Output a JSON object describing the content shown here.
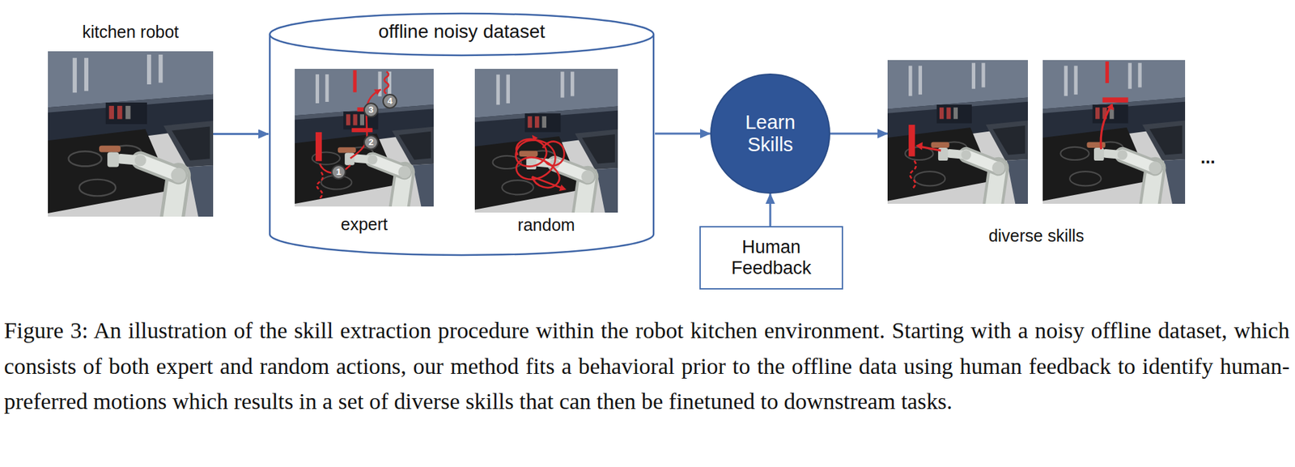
{
  "diagram": {
    "caption": "Figure 3: An illustration of the skill extraction procedure within the robot kitchen environment. Starting with a noisy offline dataset, which consists of both expert and random actions, our method fits a behavioral prior to the offline data using human feedback to identify human-preferred motions which results in a set of diverse skills that can then be finetuned to downstream tasks.",
    "nodes": [
      {
        "text": [
          "kitchen robot"
        ]
      },
      {
        "text": [
          "offline noisy dataset"
        ]
      },
      {
        "text": [
          "expert"
        ],
        "in": 1
      },
      {
        "text": [
          "random"
        ],
        "in": 1
      },
      {
        "text": [
          "Learn Skills"
        ]
      },
      {
        "text": [
          "Human Feedback"
        ]
      },
      {
        "text": [
          "diverse skills"
        ]
      }
    ],
    "edges": [
      {
        "from": 0,
        "to": 1,
        "arrow": "to"
      },
      {
        "from": 1,
        "to": 4,
        "arrow": "to"
      },
      {
        "from": 5,
        "to": 4,
        "arrow": "to"
      },
      {
        "from": 4,
        "to": 6,
        "arrow": "to"
      }
    ],
    "labels": [
      "1",
      "2",
      "3",
      "4",
      "..."
    ]
  }
}
